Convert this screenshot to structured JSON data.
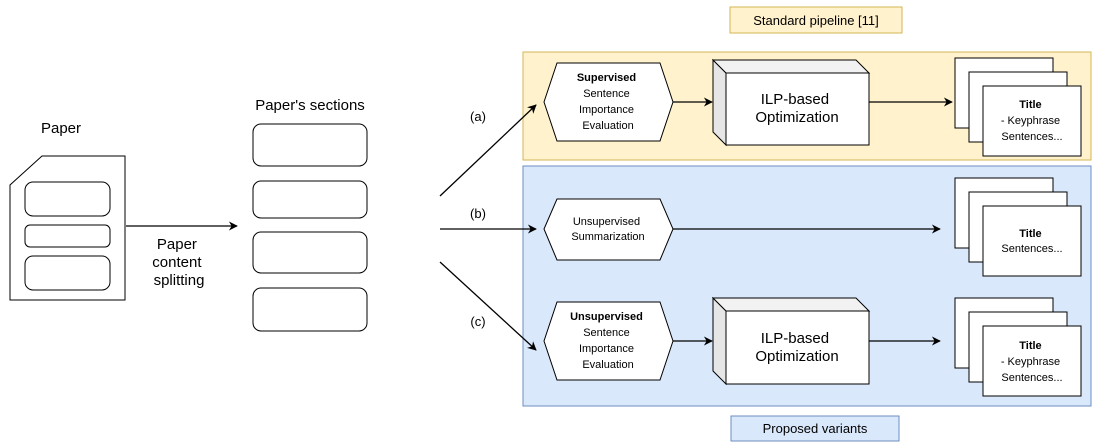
{
  "standard_pipeline_label": "Standard pipeline [11]",
  "proposed_variants_label": "Proposed variants",
  "paper_label": "Paper",
  "sections_label": "Paper's sections",
  "split_label": [
    "Paper",
    "content",
    "splitting"
  ],
  "branches": {
    "a": "(a)",
    "b": "(b)",
    "c": "(c)"
  },
  "supervised_eval": [
    "Supervised",
    "Sentence",
    "Importance",
    "Evaluation"
  ],
  "unsupervised_summ": [
    "Unsupervised",
    "Summarization"
  ],
  "unsupervised_eval": [
    "Unsupervised",
    "Sentence",
    "Importance",
    "Evaluation"
  ],
  "ilp": [
    "ILP-based",
    "Optimization"
  ],
  "output_a": [
    "Title",
    "- Keyphrase",
    "Sentences..."
  ],
  "output_b": [
    "Title",
    "Sentences..."
  ],
  "output_c": [
    "Title",
    "- Keyphrase",
    "Sentences..."
  ],
  "colors": {
    "standard_fill": "#fff2cc",
    "standard_stroke": "#d6b656",
    "proposed_fill": "#dae8fc",
    "proposed_stroke": "#6c8ebf",
    "stroke": "#000000"
  }
}
